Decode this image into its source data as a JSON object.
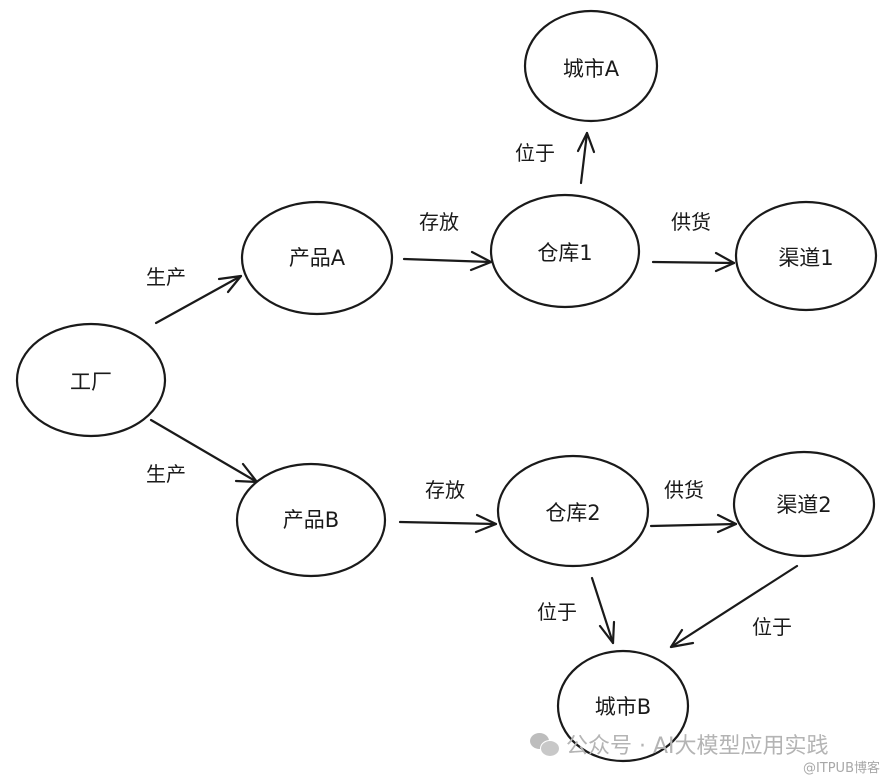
{
  "diagram": {
    "nodes": [
      {
        "id": "factory",
        "label": "工厂"
      },
      {
        "id": "productA",
        "label": "产品A"
      },
      {
        "id": "productB",
        "label": "产品B"
      },
      {
        "id": "warehouse1",
        "label": "仓库1"
      },
      {
        "id": "warehouse2",
        "label": "仓库2"
      },
      {
        "id": "channel1",
        "label": "渠道1"
      },
      {
        "id": "channel2",
        "label": "渠道2"
      },
      {
        "id": "cityA",
        "label": "城市A"
      },
      {
        "id": "cityB",
        "label": "城市B"
      }
    ],
    "edges": [
      {
        "from": "factory",
        "to": "productA",
        "label": "生产"
      },
      {
        "from": "factory",
        "to": "productB",
        "label": "生产"
      },
      {
        "from": "productA",
        "to": "warehouse1",
        "label": "存放"
      },
      {
        "from": "productB",
        "to": "warehouse2",
        "label": "存放"
      },
      {
        "from": "warehouse1",
        "to": "channel1",
        "label": "供货"
      },
      {
        "from": "warehouse2",
        "to": "channel2",
        "label": "供货"
      },
      {
        "from": "warehouse1",
        "to": "cityA",
        "label": "位于"
      },
      {
        "from": "warehouse2",
        "to": "cityB",
        "label": "位于"
      },
      {
        "from": "channel2",
        "to": "cityB",
        "label": "位于"
      }
    ]
  },
  "watermark": {
    "icon": "wechat-icon",
    "text": "公众号 · AI大模型应用实践",
    "credit": "@ITPUB博客"
  }
}
